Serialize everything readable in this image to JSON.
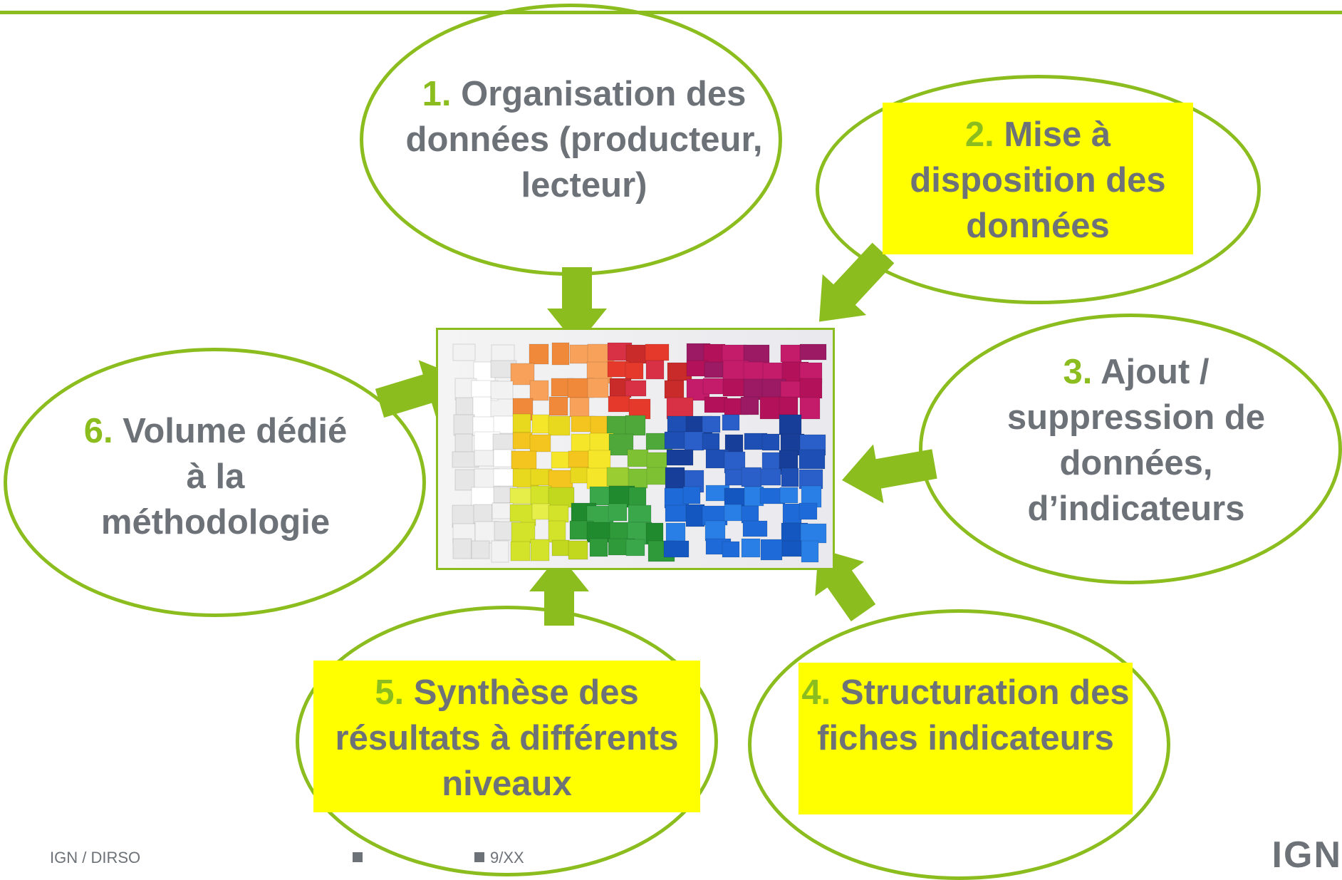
{
  "items": [
    {
      "num": "1.",
      "text": "Organisation des données (producteur, lecteur)"
    },
    {
      "num": "2.",
      "text": "Mise à disposition des données"
    },
    {
      "num": "3.",
      "text": "Ajout / suppression de données, d’indicateurs"
    },
    {
      "num": "4.",
      "text": "Structuration des fiches indicateurs"
    },
    {
      "num": "5.",
      "text": "Synthèse des résultats à différents niveaux"
    },
    {
      "num": "6.",
      "text": "Volume dédié à la méthodologie"
    }
  ],
  "footer": {
    "org": "IGN / DIRSO",
    "page": "9/XX"
  },
  "logo": "IGN",
  "colors": {
    "accent": "#8cbd1e",
    "highlight": "#ffff00",
    "text": "#6d7278"
  }
}
